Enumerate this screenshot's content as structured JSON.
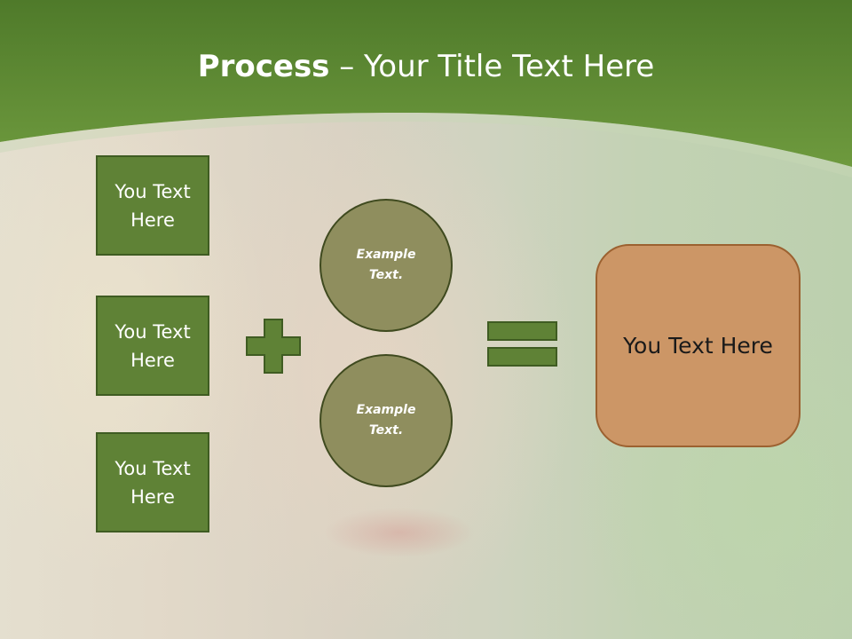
{
  "slide": {
    "title_bold": "Process",
    "title_rest": " – Your Title Text Here",
    "left_boxes": [
      {
        "label_line1": "You Text",
        "label_line2": "Here"
      },
      {
        "label_line1": "You Text",
        "label_line2": "Here"
      },
      {
        "label_line1": "You Text",
        "label_line2": "Here"
      }
    ],
    "circles": [
      {
        "line1": "Example",
        "line2": "Text."
      },
      {
        "line1": "Example",
        "line2": "Text."
      }
    ],
    "result_label": "You Text Here"
  },
  "colors": {
    "header_green": "#5b8a2e",
    "box_green": "#5f8236",
    "circle_olive": "#8f8e5e",
    "result_orange": "#cc9666"
  },
  "icons": {
    "operator_1": "plus-icon",
    "operator_2": "equals-icon"
  }
}
